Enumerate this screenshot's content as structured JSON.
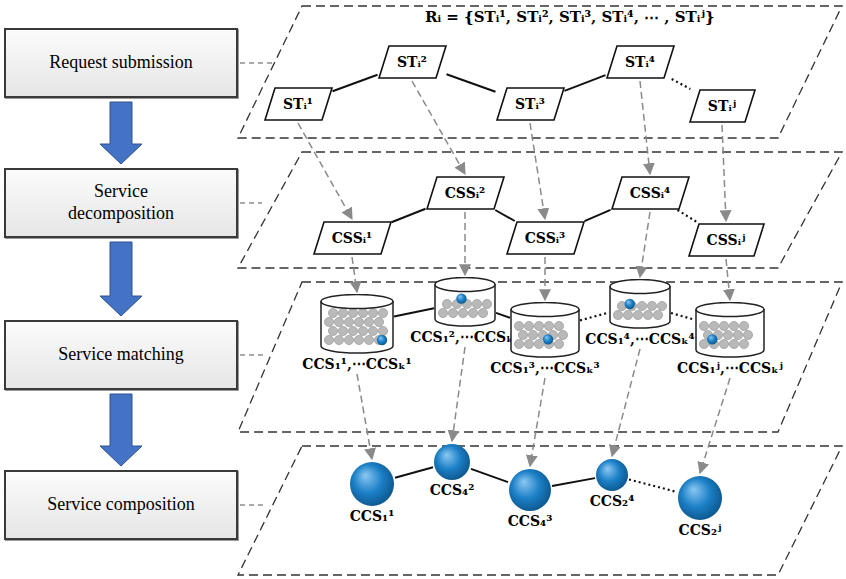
{
  "diagram": {
    "nodes": [
      {
        "text": [
          "Request submission"
        ]
      },
      {
        "text": [
          "Service decomposition"
        ]
      },
      {
        "text": [
          "Service matching"
        ]
      },
      {
        "text": [
          "Service composition"
        ]
      },
      {
        "text": [
          "STᵢ¹"
        ]
      },
      {
        "text": [
          "STᵢ²"
        ]
      },
      {
        "text": [
          "STᵢ³"
        ]
      },
      {
        "text": [
          "STᵢ⁴"
        ]
      },
      {
        "text": [
          "STᵢʲ"
        ]
      },
      {
        "text": [
          "CSSᵢ¹"
        ]
      },
      {
        "text": [
          "CSSᵢ²"
        ]
      },
      {
        "text": [
          "CSSᵢ³"
        ]
      },
      {
        "text": [
          "CSSᵢ⁴"
        ]
      },
      {
        "text": [
          "CSSᵢʲ"
        ]
      },
      {
        "text": [
          "CCS₁¹,⋯CCSₖ¹"
        ]
      },
      {
        "text": [
          "CCS₁²,⋯CCSₖ²"
        ]
      },
      {
        "text": [
          "CCS₁³,⋯CCSₖ³"
        ]
      },
      {
        "text": [
          "CCS₁⁴,⋯CCSₖ⁴"
        ]
      },
      {
        "text": [
          "CCS₁ʲ,⋯CCSₖʲ"
        ]
      },
      {
        "text": [
          "CCS₁¹"
        ]
      },
      {
        "text": [
          "CCS₄²"
        ]
      },
      {
        "text": [
          "CCS₄³"
        ]
      },
      {
        "text": [
          "CCS₂⁴"
        ]
      },
      {
        "text": [
          "CCS₂ʲ"
        ]
      }
    ],
    "edges": [
      {
        "from": 0,
        "to": 1,
        "arrow": "to"
      },
      {
        "from": 1,
        "to": 2,
        "arrow": "to"
      },
      {
        "from": 2,
        "to": 3,
        "arrow": "to"
      },
      {
        "from": 4,
        "to": 5,
        "arrow": "none"
      },
      {
        "from": 5,
        "to": 6,
        "arrow": "none"
      },
      {
        "from": 6,
        "to": 7,
        "arrow": "none"
      },
      {
        "from": 7,
        "to": 8,
        "arrow": "none"
      },
      {
        "from": 9,
        "to": 10,
        "arrow": "none"
      },
      {
        "from": 10,
        "to": 11,
        "arrow": "none"
      },
      {
        "from": 11,
        "to": 12,
        "arrow": "none"
      },
      {
        "from": 12,
        "to": 13,
        "arrow": "none"
      },
      {
        "from": 14,
        "to": 15,
        "arrow": "none"
      },
      {
        "from": 15,
        "to": 16,
        "arrow": "none"
      },
      {
        "from": 16,
        "to": 17,
        "arrow": "none"
      },
      {
        "from": 17,
        "to": 18,
        "arrow": "none"
      },
      {
        "from": 19,
        "to": 20,
        "arrow": "none"
      },
      {
        "from": 20,
        "to": 21,
        "arrow": "none"
      },
      {
        "from": 21,
        "to": 22,
        "arrow": "none"
      },
      {
        "from": 22,
        "to": 23,
        "arrow": "none"
      },
      {
        "from": 4,
        "to": 9,
        "arrow": "to"
      },
      {
        "from": 5,
        "to": 10,
        "arrow": "to"
      },
      {
        "from": 6,
        "to": 11,
        "arrow": "to"
      },
      {
        "from": 7,
        "to": 12,
        "arrow": "to"
      },
      {
        "from": 8,
        "to": 13,
        "arrow": "to"
      },
      {
        "from": 9,
        "to": 14,
        "arrow": "to"
      },
      {
        "from": 10,
        "to": 15,
        "arrow": "to"
      },
      {
        "from": 11,
        "to": 16,
        "arrow": "to"
      },
      {
        "from": 12,
        "to": 17,
        "arrow": "to"
      },
      {
        "from": 13,
        "to": 18,
        "arrow": "to"
      },
      {
        "from": 14,
        "to": 19,
        "arrow": "to"
      },
      {
        "from": 15,
        "to": 20,
        "arrow": "to"
      },
      {
        "from": 16,
        "to": 21,
        "arrow": "to"
      },
      {
        "from": 17,
        "to": 22,
        "arrow": "to"
      },
      {
        "from": 18,
        "to": 23,
        "arrow": "to"
      }
    ],
    "labels": [
      "Rᵢ = {STᵢ¹, STᵢ², STᵢ³, STᵢ⁴, ⋯ , STᵢʲ}"
    ]
  }
}
